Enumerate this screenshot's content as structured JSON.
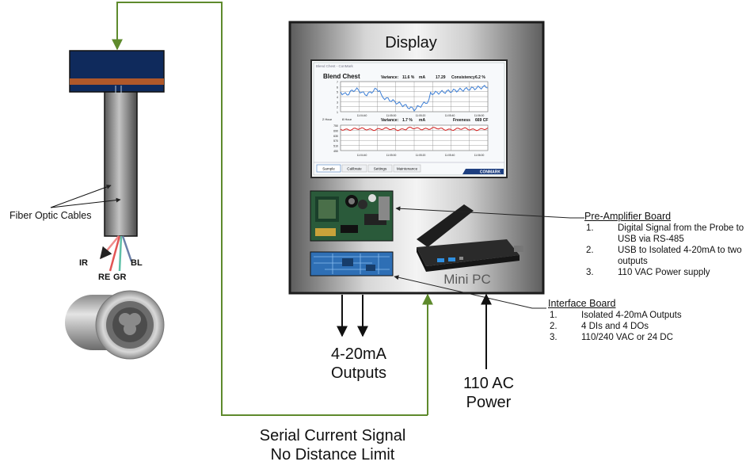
{
  "display": {
    "title": "Display",
    "window_title": "Blend Chest - ConMark",
    "panel_title": "Blend Chest",
    "chart1_stats": {
      "variance_label": "Variance:",
      "variance": "11.6 %",
      "ma_label": "mA",
      "ma": "17.29",
      "consistency_label": "Consistency",
      "consistency": "6.2 %"
    },
    "chart2_stats": {
      "hour1": "2 Hour",
      "hour2": "8 Hour",
      "variance_label": "Variance:",
      "variance": "1.7 %",
      "ma_label": "mA",
      "freeness_label": "Freeness",
      "freeness": "669 CF"
    },
    "chart1_yticks": [
      "7",
      "6",
      "5",
      "4",
      "3",
      "2",
      "1"
    ],
    "chart1_xticks": [
      "11:04:40",
      "11:05:00",
      "11:05:20",
      "11:05:40",
      "11:06:00"
    ],
    "chart2_yticks": [
      "750",
      "690",
      "630",
      "570",
      "510",
      "450"
    ],
    "chart2_xticks": [
      "11:04:40",
      "11:05:00",
      "11:05:20",
      "11:05:40",
      "11:06:00"
    ],
    "tabs": [
      "Sample",
      "Calibrate",
      "Settings",
      "Maintenance"
    ],
    "logo": "CONMARK",
    "series_colors": {
      "chart1": "#3d7fd6",
      "chart2": "#d32222"
    }
  },
  "pc_label": "Mini PC",
  "fiber_label": "Fiber Optic Cables",
  "fibers": {
    "ir": "IR",
    "re": "RE",
    "gr": "GR",
    "bl": "BL"
  },
  "outputs_label": [
    "4-20mA",
    "Outputs"
  ],
  "power_label": [
    "110 AC",
    "Power"
  ],
  "serial_label": [
    "Serial Current Signal",
    "No Distance Limit"
  ],
  "preamp": {
    "title": "Pre-Amplifier Board",
    "items": [
      {
        "num": "1.",
        "text": "Digital Signal from the Probe to USB via RS-485"
      },
      {
        "num": "2.",
        "text": "USB to Isolated 4-20mA to two outputs"
      },
      {
        "num": "3.",
        "text": "110 VAC Power supply"
      }
    ]
  },
  "interface": {
    "title": "Interface Board",
    "items": [
      {
        "num": "1.",
        "text": "Isolated 4-20mA Outputs"
      },
      {
        "num": "2.",
        "text": "4 DIs and 4 DOs"
      },
      {
        "num": "3.",
        "text": "110/240 VAC or 24 DC"
      }
    ]
  },
  "colors": {
    "signal_line": "#5e8a2c",
    "cabinet_dark": "#2a2a2a",
    "probe_head": "#0f2a5c",
    "probe_band": "#b0582a"
  }
}
